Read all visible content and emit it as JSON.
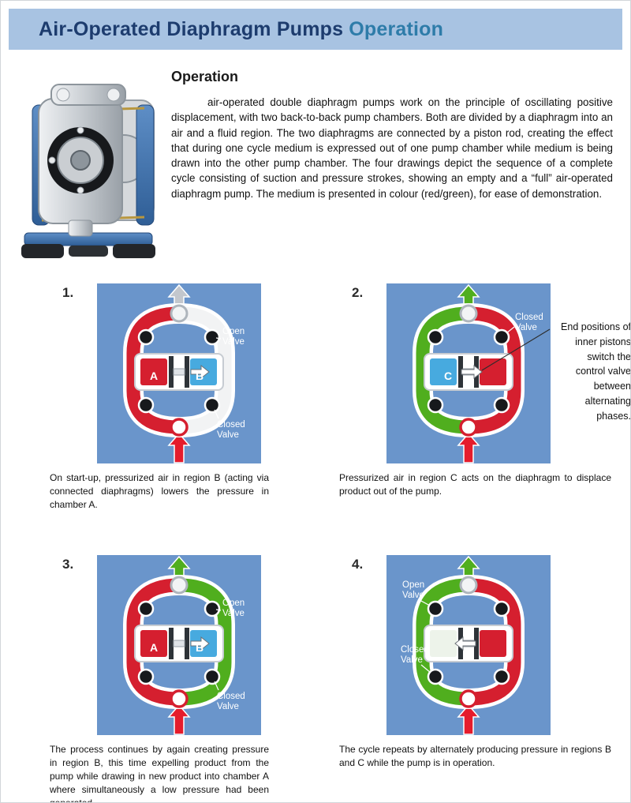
{
  "header": {
    "title_main": "Air-Operated Diaphragm Pumps",
    "title_accent": "Operation"
  },
  "intro": {
    "heading": "Operation",
    "paragraph": "air-operated double diaphragm pumps work on the principle of oscillating positive displacement, with two back-to-back pump chambers. Both are divided by a diaphragm into an air and a fluid region. The two diaphragms are connected by a piston rod, creating the effect that during one cycle medium is expressed out of one pump chamber while medium is being drawn into the other pump chamber. The four drawings depict the sequence of a complete cycle consisting of suction and pressure strokes, showing an empty and a “full” air-operated diaphragm pump. The medium is presented in colour (red/green), for ease of demonstration."
  },
  "side_note": "End positions of inner pistons switch the control valve between alternating phases.",
  "palette": {
    "banner_bg": "#a8c3e2",
    "title_navy": "#1d3c6e",
    "title_accent": "#2e7ca9",
    "figure_bg": "#6a95cb",
    "red": "#d51f2f",
    "green": "#50ae1e",
    "region_blue": "#47aadf",
    "gray_arrow": "#c3c7cd"
  },
  "diagrams": [
    {
      "number": "1.",
      "caption": "On start-up, pressurized air in region B (acting via connected diaphragms) lowers the pressure in chamber A.",
      "colors": {
        "ring_left": "#d51f2f",
        "ring_right": "#f2f3f4",
        "chamber_left": "#d51f2f",
        "chamber_right": "#47aadf",
        "top_arrow": "#c3c7cd",
        "bottom_arrow": "#e51c2c"
      },
      "labels": {
        "region_left": "A",
        "region_right": "B",
        "open_line1": "Open",
        "open_line2": "Valve",
        "closed_line1": "Closed",
        "closed_line2": "Valve"
      }
    },
    {
      "number": "2.",
      "caption": "Pressurized air in region C acts on the diaphragm to displace product out of the pump.",
      "colors": {
        "ring_left": "#50ae1e",
        "ring_right": "#d51f2f",
        "chamber_left": "#47aadf",
        "chamber_right": "#d51f2f",
        "top_arrow": "#50ae1e",
        "bottom_arrow": "#e51c2c"
      },
      "labels": {
        "region_left": "C",
        "closed_line1": "Closed",
        "closed_line2": "Valve"
      }
    },
    {
      "number": "3.",
      "caption": "The process continues by again creating pressure in region B, this time expelling product from the pump while drawing in new product into chamber A where simultaneously a low pressure had been generated.",
      "colors": {
        "ring_left": "#d51f2f",
        "ring_right": "#50ae1e",
        "chamber_left": "#d51f2f",
        "chamber_right": "#47aadf",
        "top_arrow": "#50ae1e",
        "bottom_arrow": "#e51c2c"
      },
      "labels": {
        "region_left": "A",
        "region_right": "B",
        "open_line1": "Open",
        "open_line2": "Valve",
        "closed_line1": "Closed",
        "closed_line2": "Valve"
      }
    },
    {
      "number": "4.",
      "caption": "The cycle repeats by alternately producing pressure in regions B and C while the pump is in operation.",
      "colors": {
        "ring_left": "#50ae1e",
        "ring_right": "#d51f2f",
        "chamber_left": "#edf3ea",
        "chamber_right": "#d51f2f",
        "top_arrow": "#50ae1e",
        "bottom_arrow": "#e51c2c"
      },
      "labels": {
        "open_line1": "Open",
        "open_line2": "Valve",
        "closed_line1": "Closed",
        "closed_line2": "Valve"
      }
    }
  ]
}
